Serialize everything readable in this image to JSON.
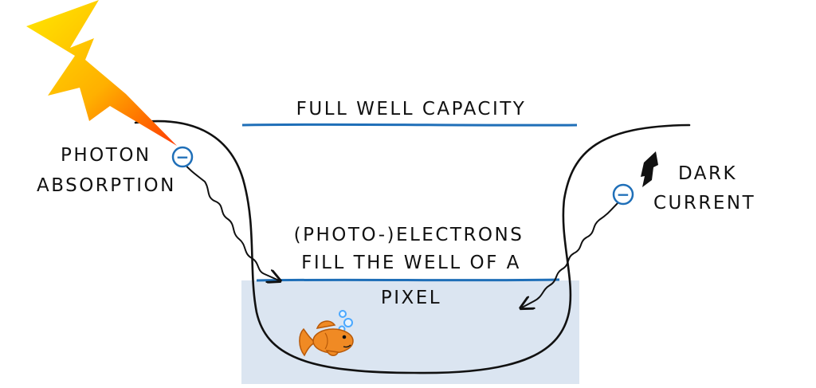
{
  "labels": {
    "full_well_capacity": "FULL WELL CAPACITY",
    "photon_absorption_line1": "PHOTON",
    "photon_absorption_line2": "ABSORPTION",
    "dark_current_line1": "DARK",
    "dark_current_line2": "CURRENT",
    "electrons_line1": "(PHOTO-)ELECTRONS",
    "electrons_line2": "FILL THE WELL OF A",
    "electrons_line3": "PIXEL"
  },
  "electron_symbol": "−",
  "colors": {
    "water": "#dbe5f1",
    "level_line": "#1f6fb8",
    "electron": "#1f6fb8",
    "outline": "#111111",
    "bolt_top": "#ffe800",
    "bolt_bottom": "#ff3a00",
    "fish": "#f08a24"
  },
  "icons": [
    "lightning-bolt-icon",
    "small-lightning-icon",
    "electron-icon",
    "goldfish-icon",
    "bubbles-icon"
  ]
}
